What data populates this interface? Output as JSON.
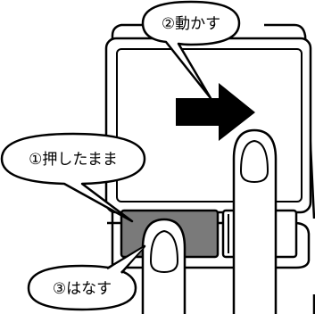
{
  "callouts": {
    "step2": "②動かす",
    "step1": "①押したまま",
    "step3": "③はなす"
  },
  "icons": {
    "direction": "arrow-right-icon",
    "pointer": "finger-icon"
  },
  "colors": {
    "outline": "#000000",
    "button_fill": "#7a7a7a",
    "background": "#ffffff"
  }
}
